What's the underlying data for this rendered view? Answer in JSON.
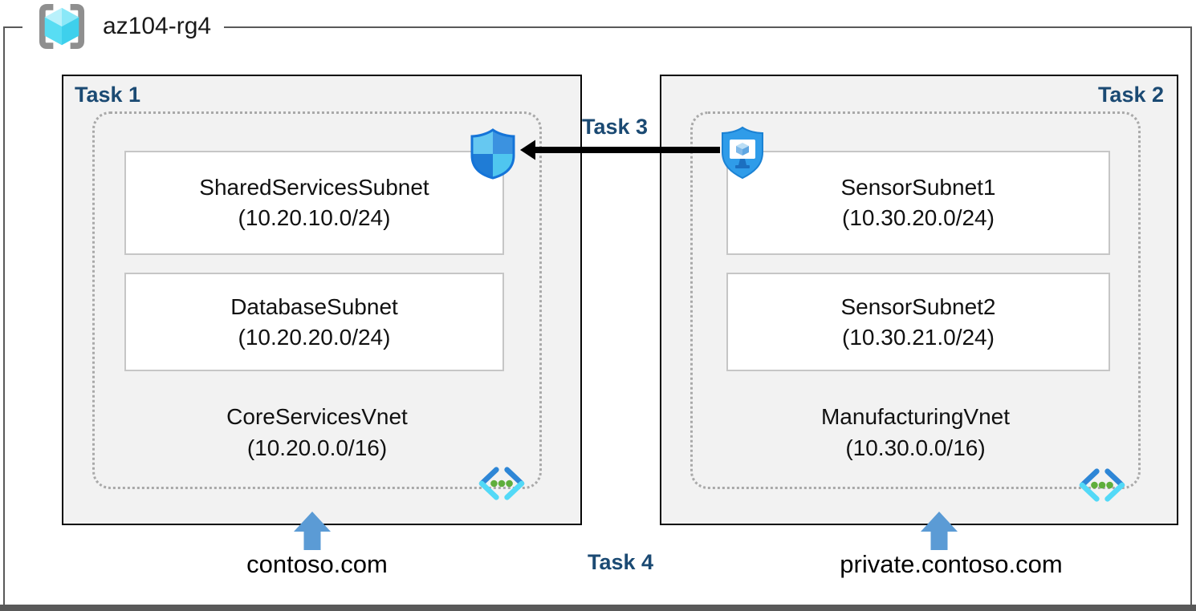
{
  "resource_group": {
    "name": "az104-rg4"
  },
  "tasks": {
    "task1": "Task 1",
    "task2": "Task 2",
    "task3": "Task 3",
    "task4": "Task 4"
  },
  "vnets": [
    {
      "name": "CoreServicesVnet",
      "cidr": "(10.20.0.0/16)",
      "dns_zone": "contoso.com",
      "subnets": [
        {
          "name": "SharedServicesSubnet",
          "cidr": "(10.20.10.0/24)"
        },
        {
          "name": "DatabaseSubnet",
          "cidr": "(10.20.20.0/24)"
        }
      ]
    },
    {
      "name": "ManufacturingVnet",
      "cidr": "(10.30.0.0/16)",
      "dns_zone": "private.contoso.com",
      "subnets": [
        {
          "name": "SensorSubnet1",
          "cidr": "(10.30.20.0/24)"
        },
        {
          "name": "SensorSubnet2",
          "cidr": "(10.30.21.0/24)"
        }
      ]
    }
  ],
  "icons": {
    "resource_group": "resource-group-icon",
    "network_security": "nsg-shield-icon",
    "bastion": "bastion-shield-monitor-icon",
    "virtual_network": "virtual-network-icon",
    "dns_pointer": "blue-up-arrow-icon",
    "peering_pointer": "black-left-arrow-icon"
  },
  "colors": {
    "task_label": "#1B4A73",
    "box_fill": "#F2F2F2",
    "box_border": "#000000",
    "dotted_border": "#A9A9A9",
    "subnet_box_border": "#C6C6C6",
    "subnet_box_fill": "#FFFFFF",
    "frame_border": "#595959",
    "blue_arrow": "#5B9BD5",
    "black_arrow": "#000000",
    "icon_blue": "#2E8CE0",
    "icon_cyan": "#50D8F2",
    "icon_green": "#5FAE3C",
    "icon_gray": "#8F8F8F"
  }
}
